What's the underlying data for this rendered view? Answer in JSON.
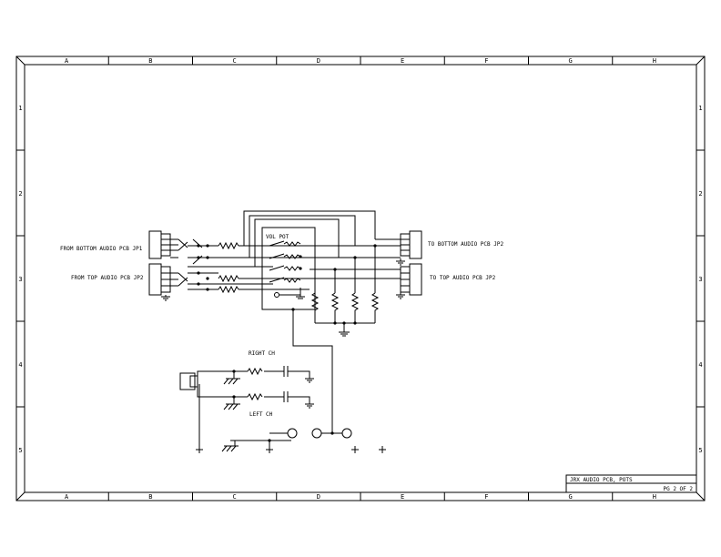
{
  "border": {
    "columns": [
      "A",
      "B",
      "C",
      "D",
      "E",
      "F",
      "G",
      "H"
    ],
    "rows": [
      "1",
      "2",
      "3",
      "4",
      "5"
    ]
  },
  "labels": {
    "from_bottom": "FROM BOTTOM AUDIO PCB JP1",
    "from_top": "FROM TOP AUDIO PCB JP2",
    "to_bottom": "TO BOTTOM AUDIO PCB JP2",
    "to_top": "TO TOP AUDIO PCB JP2",
    "vol_pot": "VOL POT",
    "right_ch": "RIGHT CH",
    "left_ch": "LEFT CH"
  },
  "title_block": {
    "title": "JRX AUDIO PCB, POTS",
    "sheet": "PG 2 OF 2"
  },
  "colors": {
    "ink": "#000000",
    "grid": "#888888",
    "paper": "#ffffff"
  }
}
